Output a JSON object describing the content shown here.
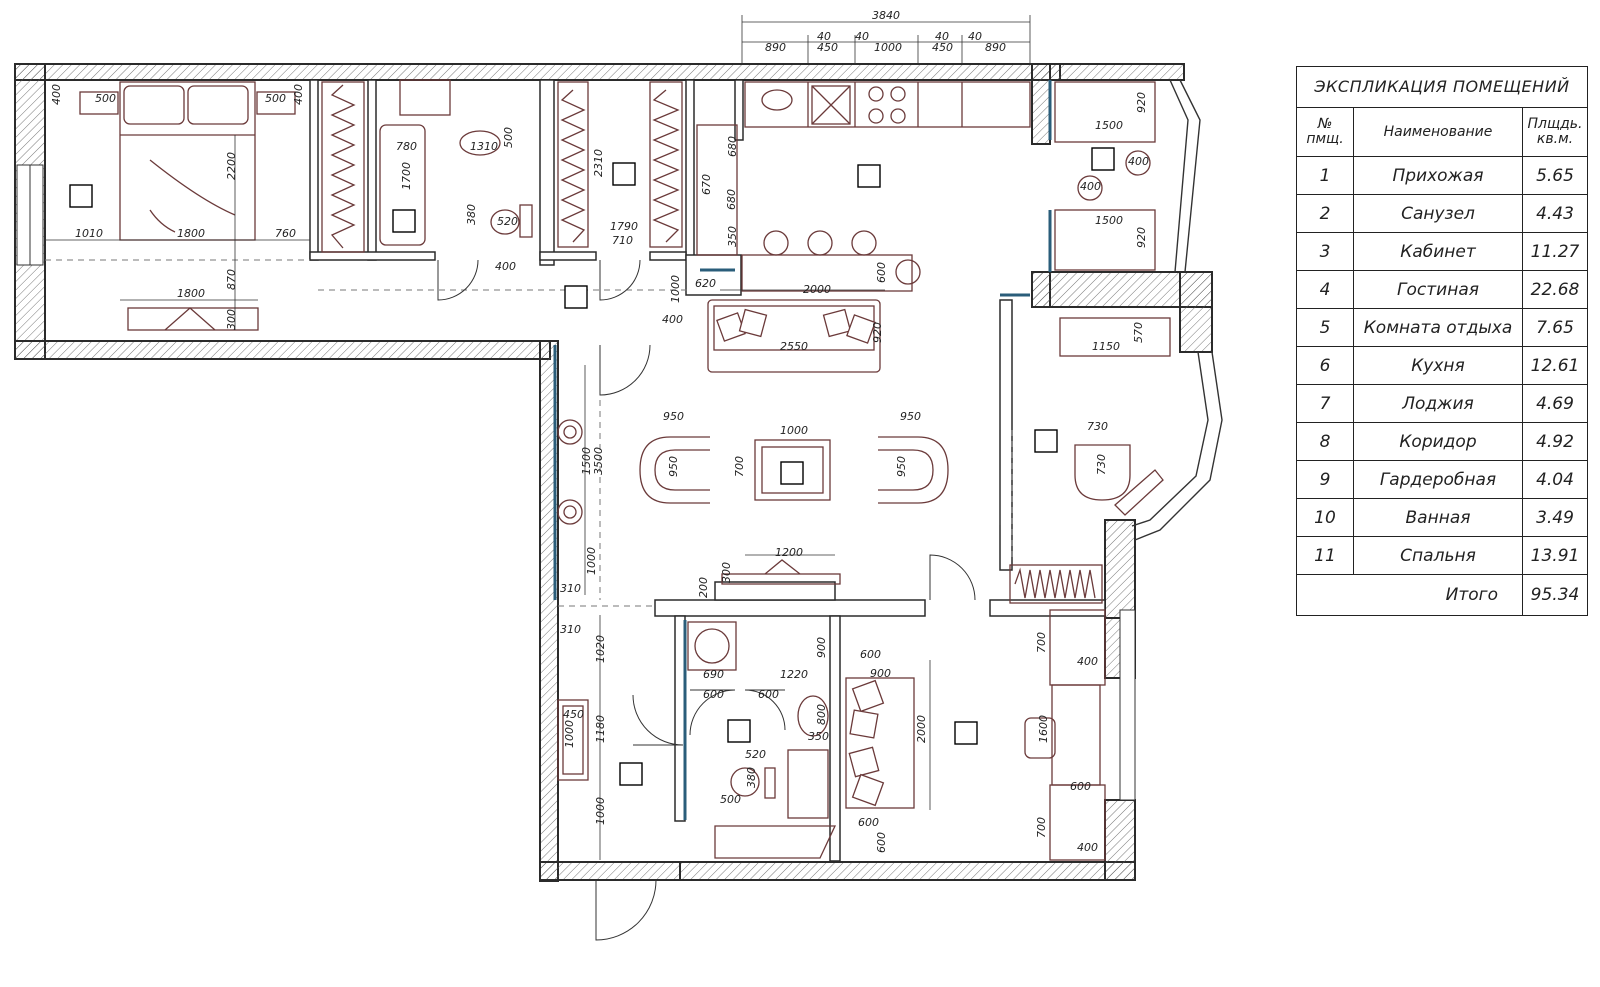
{
  "explication": {
    "title": "ЭКСПЛИКАЦИЯ ПОМЕЩЕНИЙ",
    "headers": {
      "num": "№ пмщ.",
      "name": "Наименование",
      "area": "Плщдь. кв.м."
    },
    "rows": [
      {
        "num": "1",
        "name": "Прихожая",
        "area": "5.65"
      },
      {
        "num": "2",
        "name": "Санузел",
        "area": "4.43"
      },
      {
        "num": "3",
        "name": "Кабинет",
        "area": "11.27"
      },
      {
        "num": "4",
        "name": "Гостиная",
        "area": "22.68"
      },
      {
        "num": "5",
        "name": "Комната отдыха",
        "area": "7.65"
      },
      {
        "num": "6",
        "name": "Кухня",
        "area": "12.61"
      },
      {
        "num": "7",
        "name": "Лоджия",
        "area": "4.69"
      },
      {
        "num": "8",
        "name": "Коридор",
        "area": "4.92"
      },
      {
        "num": "9",
        "name": "Гардеробная",
        "area": "4.04"
      },
      {
        "num": "10",
        "name": "Ванная",
        "area": "3.49"
      },
      {
        "num": "11",
        "name": "Спальня",
        "area": "13.91"
      }
    ],
    "total_label": "Итого",
    "total_area": "95.34"
  },
  "dimensions": {
    "top_overall": "3840",
    "top_a": "890",
    "top_b": "40",
    "top_c": "450",
    "top_d": "40",
    "top_e": "1000",
    "top_f": "40",
    "top_g": "450",
    "top_h": "40",
    "top_i": "890",
    "bed_400": "400",
    "bed_500a": "500",
    "bed_500b": "500",
    "bed_400b": "400",
    "bed_2200": "2200",
    "bed_1010": "1010",
    "bed_1800": "1800",
    "bed_760": "760",
    "bed_870": "870",
    "bed_1800b": "1800",
    "bed_300": "300",
    "bath_780": "780",
    "bath_1310": "1310",
    "bath_500": "500",
    "bath_1700": "1700",
    "bath_380": "380",
    "bath_520": "520",
    "bath_400": "400",
    "ward_2310": "2310",
    "ward_1790": "1790",
    "ward_710": "710",
    "kit_680a": "680",
    "kit_680b": "680",
    "kit_670": "670",
    "kit_350": "350",
    "kit_620": "620",
    "kit_2000": "2000",
    "kit_600": "600",
    "kit_1000": "1000",
    "kit_400": "400",
    "sofa_2550": "2550",
    "sofa_920": "920",
    "liv_950a": "950",
    "liv_1000": "1000",
    "liv_950b": "950",
    "liv_950c": "950",
    "liv_700": "700",
    "liv_950d": "950",
    "liv_1500": "1500",
    "liv_3500": "3500",
    "liv_1000b": "1000",
    "liv_310": "310",
    "liv_1200": "1200",
    "liv_300": "300",
    "liv_200": "200",
    "log_1500a": "1500",
    "log_920a": "920",
    "log_400a": "400",
    "log_400b": "400",
    "log_1500b": "1500",
    "log_920b": "920",
    "rest_1150": "1150",
    "rest_570": "570",
    "rest_730a": "730",
    "rest_730b": "730",
    "hall_310": "310",
    "hall_1020": "1020",
    "hall_450": "450",
    "hall_1180": "1180",
    "hall_1000a": "1000",
    "hall_1000b": "1000",
    "wc_690": "690",
    "wc_600a": "600",
    "wc_600b": "600",
    "wc_1220": "1220",
    "wc_900": "900",
    "wc_800": "800",
    "wc_350": "350",
    "wc_520": "520",
    "wc_380": "380",
    "wc_500": "500",
    "st_600a": "600",
    "st_900": "900",
    "st_2000": "2000",
    "st_600b": "600",
    "st_600c": "600",
    "st_700a": "700",
    "st_400a": "400",
    "st_1600": "1600",
    "st_600d": "600",
    "st_700b": "700",
    "st_400b": "400"
  }
}
